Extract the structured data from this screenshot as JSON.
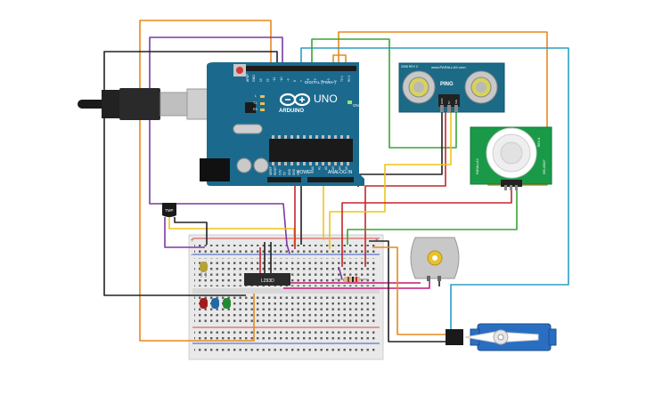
{
  "arduino": {
    "brand": "ARDUINO",
    "model": "UNO",
    "header_digital": "DIGITAL (PWM~)",
    "header_power": "POWER",
    "header_analog": "ANALOG IN",
    "pin_aref": "AREF",
    "pin_gnd": "GND",
    "digital_pins": [
      "13",
      "12",
      "~11",
      "~10",
      "~9",
      "8",
      "7",
      "~6",
      "~5",
      "4",
      "~3",
      "2",
      "TX 1",
      "RX 0"
    ],
    "power_pins": [
      "IOREF",
      "RESET",
      "3.3V",
      "5V",
      "GND",
      "GND",
      "Vin"
    ],
    "analog_pins": [
      "A0",
      "A1",
      "A2",
      "A3",
      "A4",
      "A5"
    ],
    "led_labels": [
      "L",
      "TX",
      "RX"
    ],
    "on_label": "ON"
  },
  "ultrasonic": {
    "maker": "www.PARALLAX.com",
    "year": "2008 REV C",
    "name": "PING",
    "pins": [
      "GND",
      "5V",
      "SIG"
    ]
  },
  "pir": {
    "label_left": "PARALLAX",
    "label_right": "555-28027",
    "label_rev": "REV A"
  },
  "temp_sensor": {
    "label": "TMP"
  },
  "driver_ic": {
    "label": "L293D"
  },
  "breadboard": {
    "rail_plus": "+",
    "rail_minus": "-"
  },
  "colors": {
    "board": "#1b6a8e",
    "wire_orange": "#e8891c",
    "wire_purple": "#7b3aa1",
    "wire_black": "#222222",
    "wire_red": "#c4262a",
    "wire_yellow": "#efc419",
    "wire_green": "#39a536",
    "wire_teal": "#2b9fc4",
    "wire_pink": "#c2187a"
  }
}
